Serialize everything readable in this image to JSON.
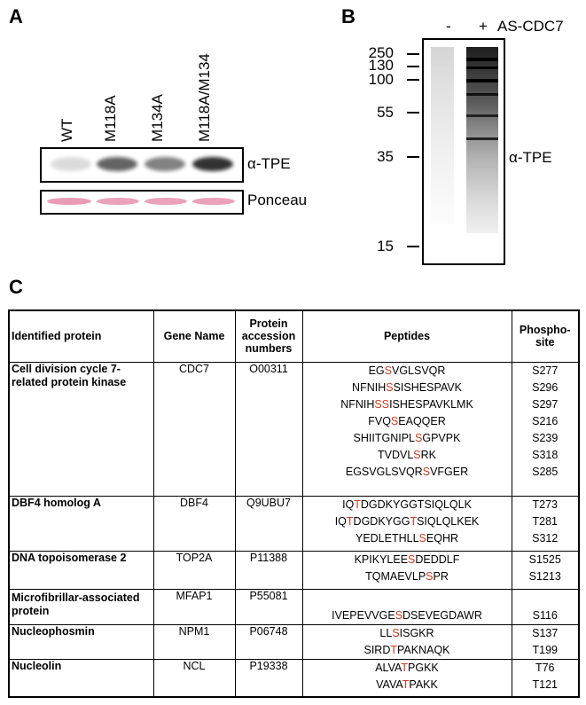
{
  "panel_a": {
    "letter": "A",
    "lanes": [
      "WT",
      "M118A",
      "M134A",
      "M118A/M134"
    ],
    "blot_label": "α-TPE",
    "ponceau_label": "Ponceau",
    "band_intensity": [
      0.1,
      0.7,
      0.55,
      0.95
    ]
  },
  "panel_b": {
    "letter": "B",
    "lane_minus": "-",
    "lane_plus": "+",
    "treatment": "AS-CDC7",
    "markers": [
      "250",
      "130",
      "100",
      "55",
      "35",
      "15"
    ],
    "blot_label": "α-TPE"
  },
  "panel_c": {
    "letter": "C",
    "headers": {
      "protein": "Identified protein",
      "gene": "Gene Name",
      "accession": "Protein accession numbers",
      "peptides": "Peptides",
      "site": "Phospho-site"
    },
    "rows": [
      {
        "protein": "Cell division cycle 7-related protein kinase",
        "gene": "CDC7",
        "accession": "O00311",
        "peptides": [
          {
            "pre": "EG",
            "phos": "S",
            "post": "VGLSVQR",
            "site": "S277"
          },
          {
            "pre": "NFNIH",
            "phos": "S",
            "post": "SISHESPAVK",
            "site": "S296"
          },
          {
            "pre": "NFNIH",
            "phos": "SS",
            "post": "ISHESPAVKLMK",
            "site": "S297"
          },
          {
            "pre": "FVQ",
            "phos": "S",
            "post": "EAQQER",
            "site": "S216"
          },
          {
            "pre": "SHIITGNIPL",
            "phos": "S",
            "post": "GPVPK",
            "site": "S239"
          },
          {
            "pre": "TVDVL",
            "phos": "S",
            "post": "RK",
            "site": "S318"
          },
          {
            "pre": "EGSVGLSVQR",
            "phos": "S",
            "post": "VFGER",
            "site": "S285"
          }
        ]
      },
      {
        "protein": "DBF4 homolog A",
        "gene": "DBF4",
        "accession": "Q9UBU7",
        "peptides": [
          {
            "pre": "IQ",
            "phos": "T",
            "post": "DGDKYGGTSIQLQLK",
            "site": "T273"
          },
          {
            "pre": "IQ",
            "phos": "T",
            "post": "DGDKYGG",
            "phos2": "T",
            "post2": "SIQLQLKEK",
            "site": "T281"
          },
          {
            "pre": "YEDLETHLL",
            "phos": "S",
            "post": "EQHR",
            "site": "S312"
          }
        ]
      },
      {
        "protein": "DNA topoisomerase 2",
        "gene": "TOP2A",
        "accession": "P11388",
        "peptides": [
          {
            "pre": "KPIKYLEE",
            "phos": "S",
            "post": "DEDDLF",
            "site": "S1525"
          },
          {
            "pre": "TQMAEVLP",
            "phos": "S",
            "post": "PR",
            "site": "S1213"
          }
        ]
      },
      {
        "protein": "Microfibrillar-associated protein",
        "gene": "MFAP1",
        "accession": "P55081",
        "peptides": [
          {
            "pre": "IVEPEVVGE",
            "phos": "S",
            "post": "DSEVEGDAWR",
            "site": "S116"
          }
        ]
      },
      {
        "protein": "Nucleophosmin",
        "gene": "NPM1",
        "accession": "P06748",
        "peptides": [
          {
            "pre": "LL",
            "phos": "S",
            "post": "ISGKR",
            "site": "S137"
          },
          {
            "pre": "SIRD",
            "phos": "T",
            "post": "PAKNAQK",
            "site": "T199"
          }
        ]
      },
      {
        "protein": "Nucleolin",
        "gene": "NCL",
        "accession": "P19338",
        "peptides": [
          {
            "pre": "ALVA",
            "phos": "T",
            "post": "PGKK",
            "site": "T76"
          },
          {
            "pre": "VAVA",
            "phos": "T",
            "post": "PAKK",
            "site": "T121"
          }
        ]
      }
    ]
  }
}
